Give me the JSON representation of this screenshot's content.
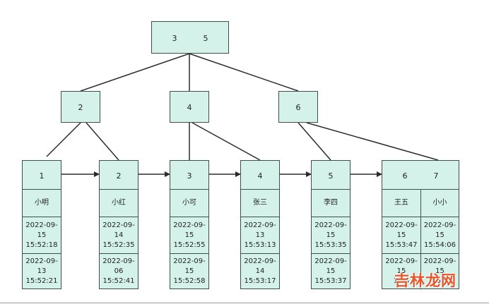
{
  "root": {
    "keys": [
      "3",
      "5"
    ]
  },
  "internal": [
    {
      "keys": [
        "2"
      ]
    },
    {
      "keys": [
        "4"
      ]
    },
    {
      "keys": [
        "6"
      ]
    }
  ],
  "leaves": [
    {
      "keys": [
        "1"
      ],
      "rows": [
        {
          "name": "小明",
          "d1": "2022-09-\n15\n15:52:18",
          "d2": "2022-09-\n13\n15:52:21"
        }
      ]
    },
    {
      "keys": [
        "2"
      ],
      "rows": [
        {
          "name": "小红",
          "d1": "2022-09-\n14\n15:52:35",
          "d2": "2022-09-\n06\n15:52:41"
        }
      ]
    },
    {
      "keys": [
        "3"
      ],
      "rows": [
        {
          "name": "小可",
          "d1": "2022-09-\n15\n15:52:55",
          "d2": "2022-09-\n15\n15:52:58"
        }
      ]
    },
    {
      "keys": [
        "4"
      ],
      "rows": [
        {
          "name": "张三",
          "d1": "2022-09-\n13\n15:53:13",
          "d2": "2022-09-\n14\n15:53:17"
        }
      ]
    },
    {
      "keys": [
        "5"
      ],
      "rows": [
        {
          "name": "李四",
          "d1": "2022-09-\n15\n15:53:35",
          "d2": "2022-09-\n15\n15:53:37"
        }
      ]
    },
    {
      "keys": [
        "6",
        "7"
      ],
      "rows": [
        {
          "name": "王五",
          "d1": "2022-09-\n15\n15:53:47",
          "d2": "2022-09-\n15\n15:5"
        },
        {
          "name": "小小",
          "d1": "2022-09-\n15\n15:54:06",
          "d2": "2022-09-\n15\n15:5"
        }
      ]
    }
  ],
  "watermark": "吉林龙网",
  "colors": {
    "node_fill": "#d4f2ea",
    "node_border": "#3f4f4b",
    "line": "#2b2b2b",
    "watermark": "#e8552b"
  }
}
